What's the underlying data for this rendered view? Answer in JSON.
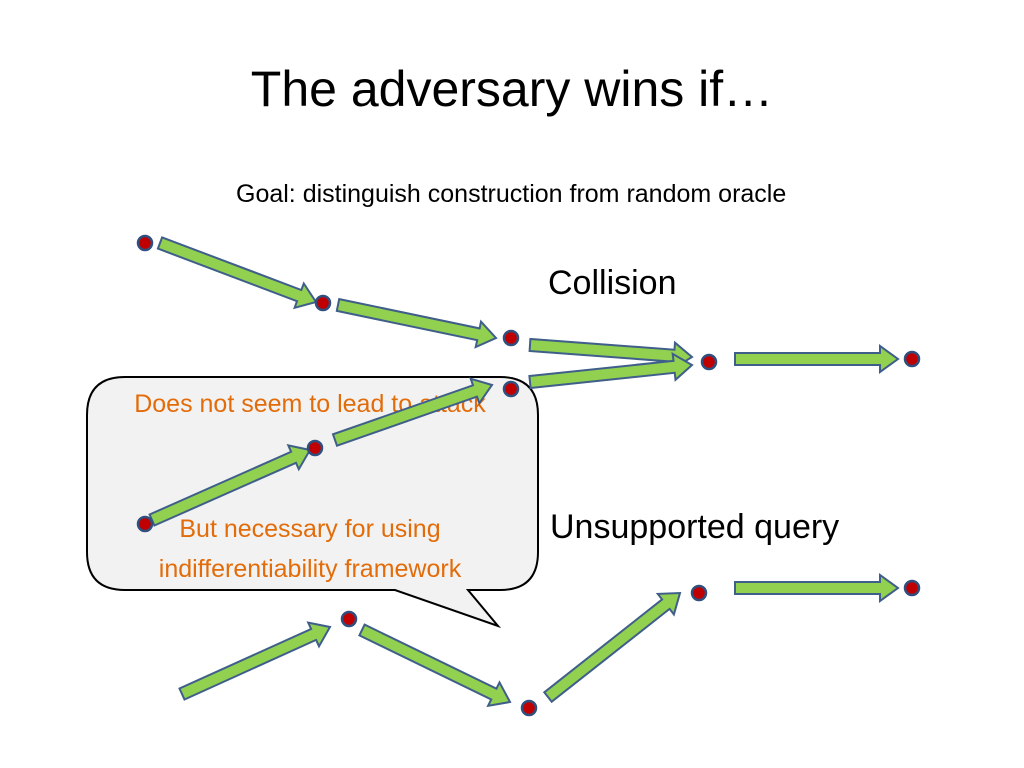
{
  "slide": {
    "title": "The adversary wins if…",
    "goal": "Goal: distinguish construction from random oracle"
  },
  "labels": {
    "collision": "Collision",
    "unsupported_query": "Unsupported query"
  },
  "callout": {
    "line1": "Does not seem to lead to attack",
    "line2": "But necessary for using indifferentiability framework"
  },
  "colors": {
    "arrow_fill": "#92d050",
    "arrow_stroke": "#3f5f8a",
    "node_fill": "#c00000",
    "node_stroke": "#2f4f7f",
    "callout_fill": "#f2f2f2",
    "callout_stroke": "#000000",
    "callout_text": "#e36c0a"
  }
}
